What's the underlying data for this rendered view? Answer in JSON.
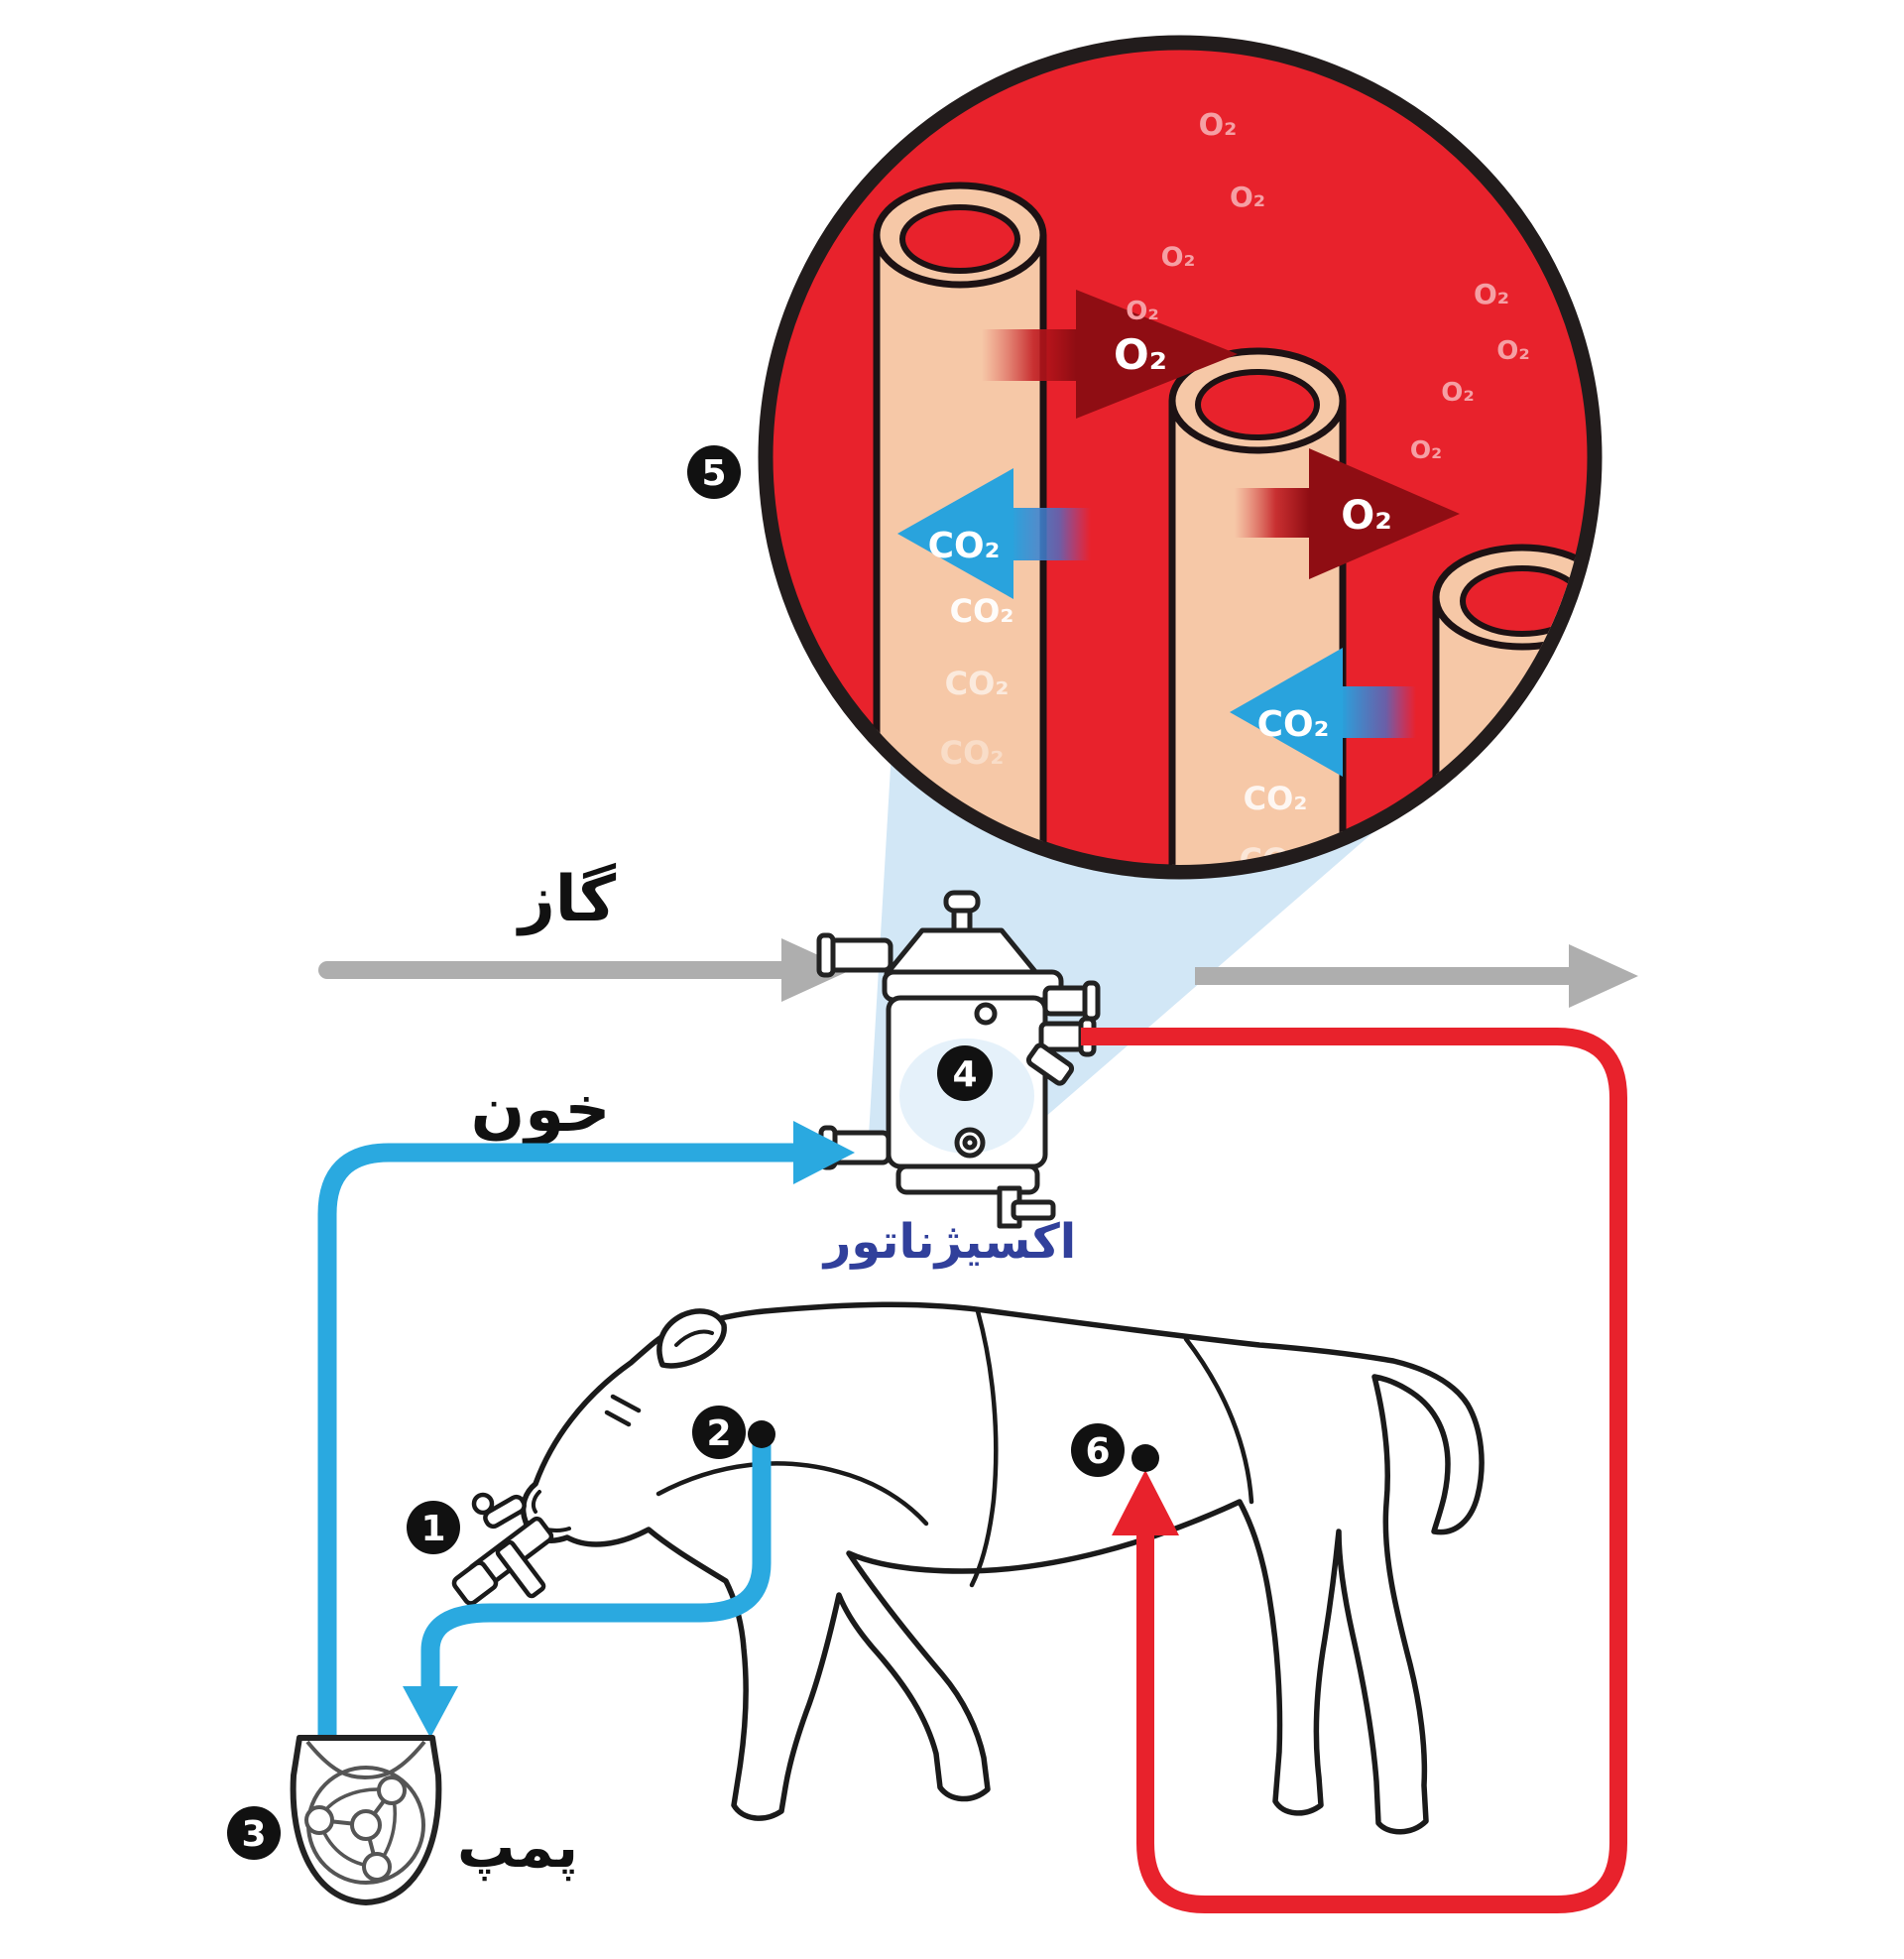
{
  "labels": {
    "gas": "گاز",
    "blood": "خون",
    "oxygenator": "اکسیژناتور",
    "pump": "پمپ"
  },
  "markers": {
    "m1": "1",
    "m2": "2",
    "m3": "3",
    "m4": "4",
    "m5": "5",
    "m6": "6"
  },
  "molecules": {
    "o2": "O₂",
    "co2": "CO₂"
  },
  "colors": {
    "blood_red": "#e8222c",
    "dark_red_arrow": "#8f0d13",
    "blue_tube": "#2aa9e0",
    "co2_arrow_blue": "#29a3dd",
    "gas_gray": "#aeaeae",
    "membrane_salmon": "#f6c8a7",
    "beam_light_blue": "#d2e7f6",
    "badge_black": "#111111",
    "oxygenator_label_blue": "#31409b",
    "o2_bubble_pink": "#f59fa4"
  }
}
